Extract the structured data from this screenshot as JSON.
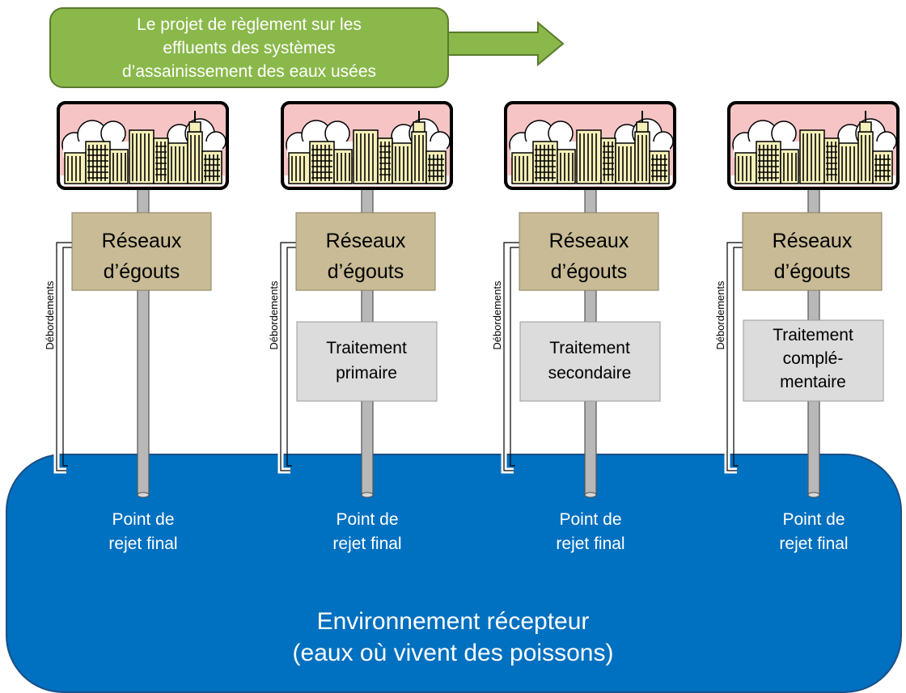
{
  "banner": {
    "lines": [
      "Le projet de règlement sur les",
      "effluents des systèmes",
      "d’assainissement des eaux usées"
    ],
    "color": "#8ab84a"
  },
  "columns": [
    {
      "sewer": [
        "Réseaux",
        "d’égouts"
      ],
      "overflow": "Débordements",
      "treatment": [],
      "discharge": [
        "Point de",
        "rejet final"
      ]
    },
    {
      "sewer": [
        "Réseaux",
        "d’égouts"
      ],
      "overflow": "Débordements",
      "treatment": [
        "Traitement",
        "primaire"
      ],
      "discharge": [
        "Point de",
        "rejet final"
      ]
    },
    {
      "sewer": [
        "Réseaux",
        "d’égouts"
      ],
      "overflow": "Débordements",
      "treatment": [
        "Traitement",
        "secondaire"
      ],
      "discharge": [
        "Point de",
        "rejet final"
      ]
    },
    {
      "sewer": [
        "Réseaux",
        "d’égouts"
      ],
      "overflow": "Débordements",
      "treatment": [
        "Traitement",
        "complé-",
        "mentaire"
      ],
      "discharge": [
        "Point de",
        "rejet final"
      ]
    }
  ],
  "environment": {
    "lines": [
      "Environnement récepteur",
      "(eaux où vivent des poissons)"
    ],
    "color": "#0070c0"
  },
  "colors": {
    "sewer_box": "#c8bb95",
    "treatment_box": "#dcdcdc",
    "pipe": "#b8b8b8",
    "sky": "#f6c4c4",
    "building": "#f5f0b8"
  }
}
